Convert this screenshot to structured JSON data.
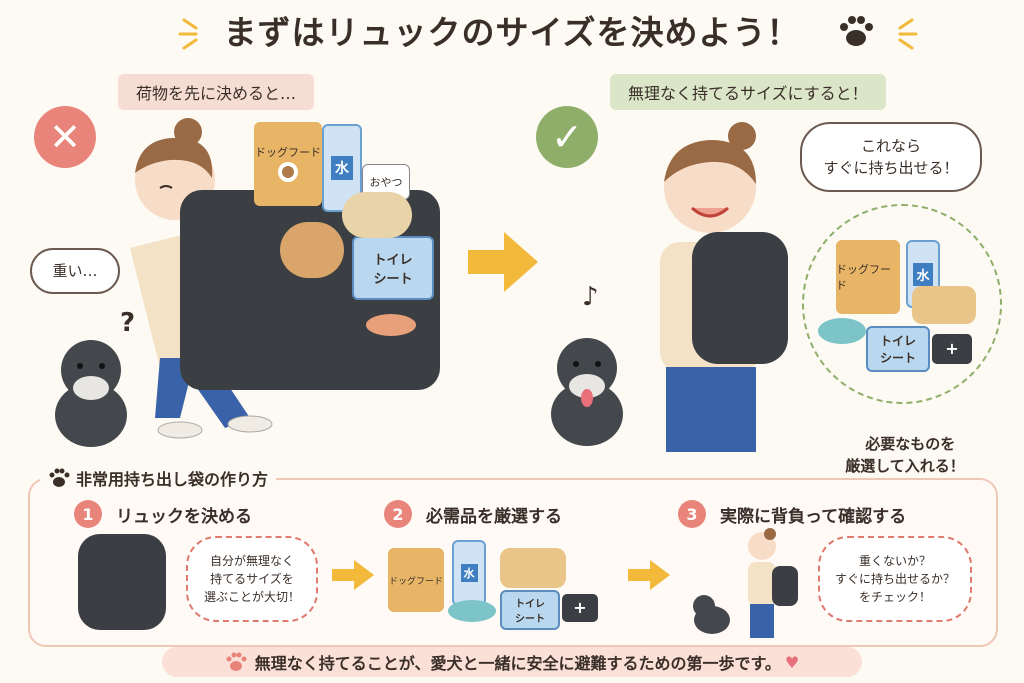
{
  "title": "まずはリュックのサイズを決めよう！",
  "left_panel": {
    "ribbon": "荷物を先に決めると…",
    "bubble": "重い…",
    "question": "?",
    "items": {
      "dogfood": "ドッグフード",
      "water": "水",
      "snack": "おやつ",
      "sheet": "トイレ\nシート"
    }
  },
  "right_panel": {
    "ribbon": "無理なく持てるサイズにすると！",
    "bubble": "これなら\nすぐに持ち出せる！",
    "note": "♪",
    "items": {
      "dogfood": "ドッグフード",
      "water": "水",
      "sheet": "トイレ\nシート"
    },
    "caption": "必要なものを\n厳選して入れる！"
  },
  "section": {
    "heading": "非常用持ち出し袋の作り方",
    "steps": [
      {
        "num": "1",
        "title": "リュックを決める",
        "bubble": "自分が無理なく\n持てるサイズを\n選ぶことが大切！"
      },
      {
        "num": "2",
        "title": "必需品を厳選する",
        "dogfood": "ドッグフード",
        "water": "水",
        "sheet": "トイレ\nシート"
      },
      {
        "num": "3",
        "title": "実際に背負って確認する",
        "bubble": "重くないか？\nすぐに持ち出せるか？\nをチェック！"
      }
    ]
  },
  "footer": "無理なく持てることが、愛犬と一緒に安全に避難するための第一歩です。",
  "colors": {
    "bad": "#e8847a",
    "good": "#8fae6a",
    "arrow": "#f2b93b"
  }
}
